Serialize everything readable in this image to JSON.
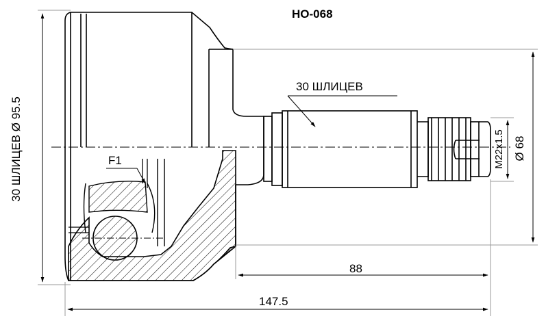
{
  "part_number": "HO-068",
  "labels": {
    "shaft_splines": "30 ШЛИЦЕВ",
    "housing_splines": "30 ШЛИЦЕВ",
    "f1": "F1",
    "housing_diameter": "Ø 95.5",
    "outer_diameter": "Ø 68",
    "thread": "M22x1.5",
    "shaft_length": "88",
    "total_length": "147.5"
  },
  "colors": {
    "line": "#000000",
    "dim_line": "#999999",
    "background": "#ffffff"
  }
}
